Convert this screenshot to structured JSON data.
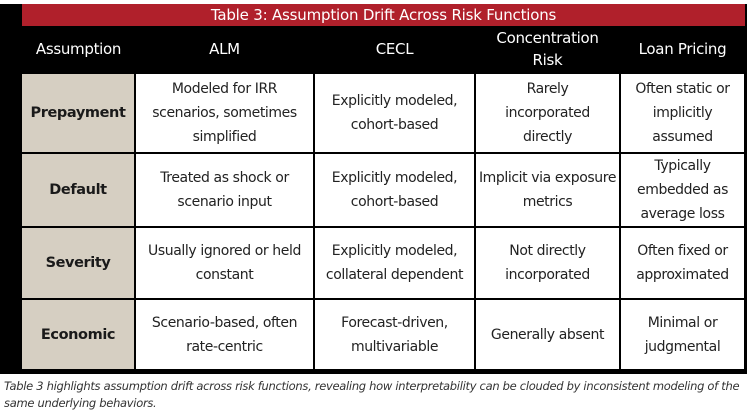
{
  "table": {
    "title": "Table 3: Assumption Drift Across Risk Functions",
    "colors": {
      "title_bar": "#b0202b",
      "header_bg": "#000000",
      "row_header_bg": "#d6cfc2"
    },
    "headers": [
      "Assumption",
      "ALM",
      "CECL",
      "Concentration Risk",
      "Loan Pricing"
    ],
    "rows": [
      {
        "assumption": "Prepayment",
        "alm": "Modeled for IRR scenarios, sometimes simplified",
        "cecl": "Explicitly modeled, cohort-based",
        "concentration": "Rarely incorporated directly",
        "pricing": "Often static or implicitly assumed"
      },
      {
        "assumption": "Default",
        "alm": "Treated as shock or scenario input",
        "cecl": "Explicitly modeled, cohort-based",
        "concentration": "Implicit via exposure metrics",
        "pricing": "Typically embedded as average loss"
      },
      {
        "assumption": "Severity",
        "alm": "Usually ignored or held constant",
        "cecl": "Explicitly modeled, collateral dependent",
        "concentration": "Not directly incorporated",
        "pricing": "Often fixed or approximated"
      },
      {
        "assumption": "Economic",
        "alm": "Scenario-based, often rate-centric",
        "cecl": "Forecast-driven, multivariable",
        "concentration": "Generally absent",
        "pricing": "Minimal or judgmental"
      }
    ]
  },
  "caption": "Table 3 highlights assumption drift across risk functions, revealing how interpretability can be clouded by inconsistent modeling of the same underlying behaviors."
}
